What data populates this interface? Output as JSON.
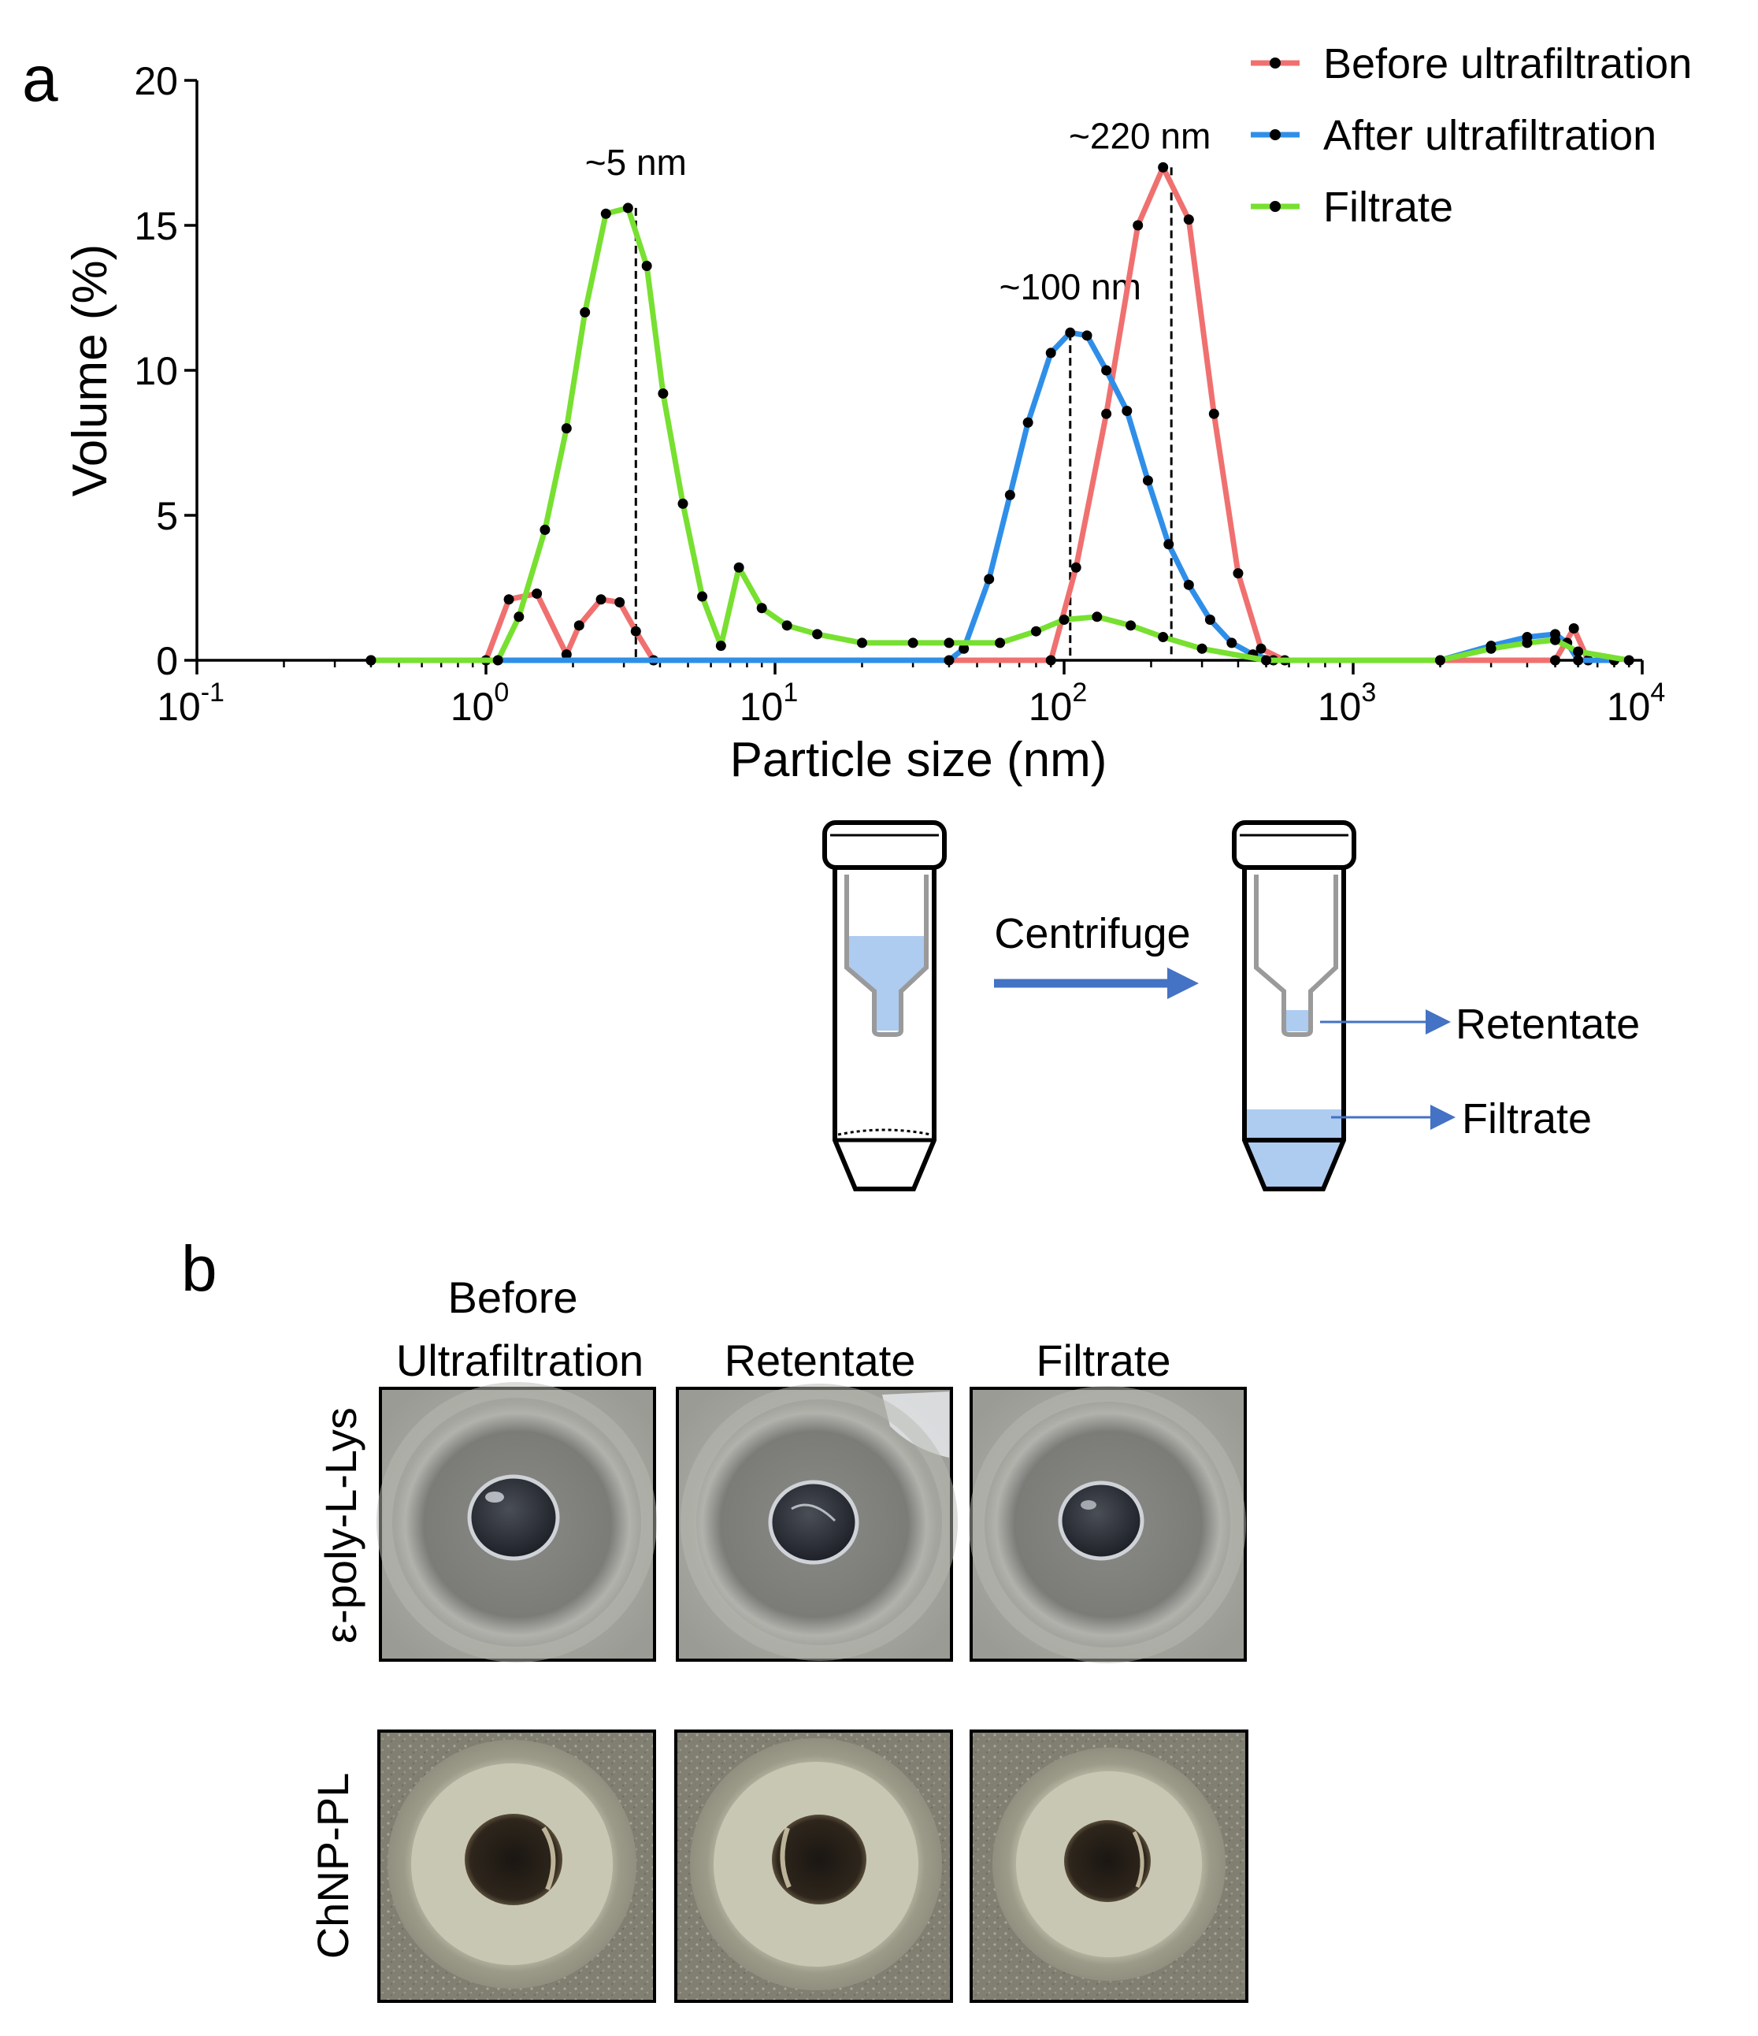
{
  "panel_a": {
    "label": "a",
    "annotations": [
      {
        "text": "~5 nm",
        "x": 3.3
      },
      {
        "text": "~100 nm",
        "x": 105
      },
      {
        "text": "~220 nm",
        "x": 235
      }
    ],
    "chart_data": {
      "type": "line",
      "title": "",
      "xlabel": "Particle size (nm)",
      "ylabel": "Volume (%)",
      "xscale": "log",
      "xlim": [
        0.1,
        10000
      ],
      "ylim": [
        0,
        20
      ],
      "x_ticks": [
        {
          "base": "10",
          "exp": "-1",
          "value": 0.1
        },
        {
          "base": "10",
          "exp": "0",
          "value": 1
        },
        {
          "base": "10",
          "exp": "1",
          "value": 10
        },
        {
          "base": "10",
          "exp": "2",
          "value": 100
        },
        {
          "base": "10",
          "exp": "3",
          "value": 1000
        },
        {
          "base": "10",
          "exp": "4",
          "value": 10000
        }
      ],
      "y_ticks": [
        "0",
        "5",
        "10",
        "15",
        "20"
      ],
      "y_tick_values": [
        0,
        5,
        10,
        15,
        20
      ],
      "grid": false,
      "legend_position": "top-right",
      "series": [
        {
          "name": "Before ultrafiltration",
          "color": "#f07070",
          "x": [
            0.4,
            1.0,
            1.2,
            1.5,
            1.9,
            2.1,
            2.5,
            2.9,
            3.3,
            3.8,
            90,
            110,
            140,
            180,
            220,
            270,
            330,
            400,
            480,
            580,
            5000,
            5800,
            6500
          ],
          "y": [
            0,
            0,
            2.1,
            2.3,
            0.2,
            1.2,
            2.1,
            2.0,
            1.0,
            0,
            0,
            3.2,
            8.5,
            15.0,
            17.0,
            15.2,
            8.5,
            3.0,
            0.4,
            0,
            0,
            1.1,
            0
          ]
        },
        {
          "name": "After ultrafiltration",
          "color": "#2f8fe8",
          "x": [
            0.4,
            40,
            45,
            55,
            65,
            75,
            90,
            105,
            120,
            140,
            165,
            195,
            230,
            270,
            320,
            380,
            450,
            530,
            2000,
            3000,
            4000,
            5000,
            5500,
            6000,
            8000
          ],
          "y": [
            0,
            0,
            0.4,
            2.8,
            5.7,
            8.2,
            10.6,
            11.3,
            11.2,
            10.0,
            8.6,
            6.2,
            4.0,
            2.6,
            1.4,
            0.6,
            0.2,
            0,
            0,
            0.5,
            0.8,
            0.9,
            0.6,
            0,
            0
          ]
        },
        {
          "name": "Filtrate",
          "color": "#77e030",
          "x": [
            0.4,
            1.1,
            1.3,
            1.6,
            1.9,
            2.2,
            2.6,
            3.1,
            3.6,
            4.1,
            4.8,
            5.6,
            6.5,
            7.5,
            9,
            11,
            14,
            20,
            30,
            40,
            60,
            80,
            100,
            130,
            170,
            220,
            300,
            500,
            2000,
            3000,
            4000,
            5000,
            6000,
            9000
          ],
          "y": [
            0,
            0,
            1.5,
            4.5,
            8.0,
            12.0,
            15.4,
            15.6,
            13.6,
            9.2,
            5.4,
            2.2,
            0.5,
            3.2,
            1.8,
            1.2,
            0.9,
            0.6,
            0.6,
            0.6,
            0.6,
            1.0,
            1.4,
            1.5,
            1.2,
            0.8,
            0.4,
            0,
            0,
            0.4,
            0.6,
            0.7,
            0.3,
            0
          ]
        }
      ]
    }
  },
  "schematic": {
    "arrow_label": "Centrifuge",
    "retentate_label": "Retentate",
    "filtrate_label": "Filtrate",
    "liquid_color": "#aecbf0",
    "arrow_color": "#4472c4"
  },
  "panel_b": {
    "label": "b",
    "columns": [
      "Before\nUltrafiltration",
      "Retentate",
      "Filtrate"
    ],
    "rows": [
      "ε-poly-L-Lys",
      "ChNP-PL"
    ]
  }
}
